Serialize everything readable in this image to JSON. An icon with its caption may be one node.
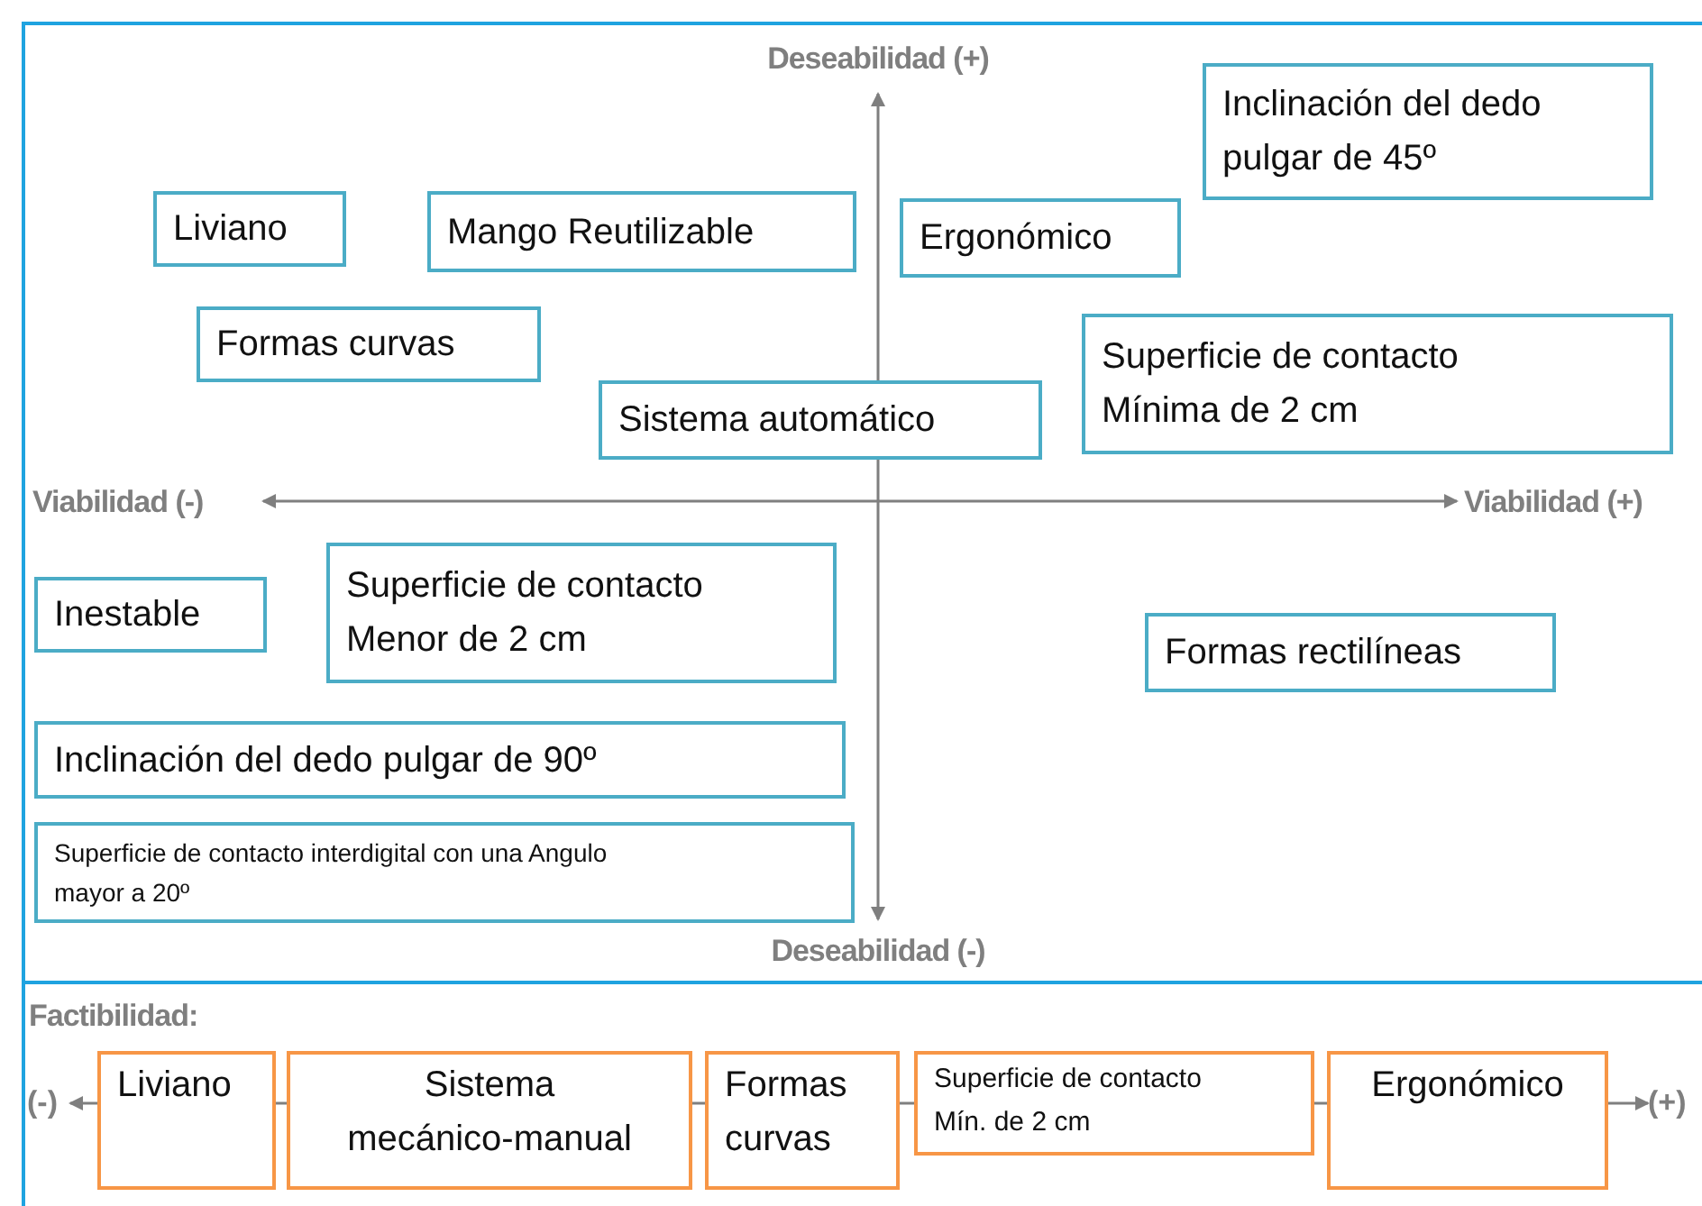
{
  "diagram": {
    "nodes": [
      {
        "text": [
          "Liviano"
        ]
      },
      {
        "text": [
          "Mango Reutilizable"
        ]
      },
      {
        "text": [
          "Ergonómico"
        ]
      },
      {
        "text": [
          "Inclinación del dedo pulgar de 45º"
        ]
      },
      {
        "text": [
          "Formas curvas"
        ]
      },
      {
        "text": [
          "Superficie de contacto Mínima de 2 cm"
        ]
      },
      {
        "text": [
          "Sistema automático"
        ]
      },
      {
        "text": [
          "Inestable"
        ]
      },
      {
        "text": [
          "Superficie de contacto Menor de 2 cm"
        ]
      },
      {
        "text": [
          "Formas rectilíneas"
        ]
      },
      {
        "text": [
          "Inclinación del dedo pulgar de 90º"
        ]
      },
      {
        "text": [
          "Superficie de contacto interdigital con una Angulo mayor a 20º"
        ]
      },
      {
        "text": [
          "Liviano"
        ]
      },
      {
        "text": [
          "Sistema mecánico-manual"
        ]
      },
      {
        "text": [
          "Formas curvas"
        ]
      },
      {
        "text": [
          "Superficie de contacto Mín. de 2 cm"
        ]
      },
      {
        "text": [
          "Ergonómico"
        ]
      },
      {
        "text": [
          "(-)"
        ]
      },
      {
        "text": [
          "(+)"
        ]
      }
    ],
    "edges": [
      {
        "from": 12,
        "to": 13,
        "arrow": "none"
      },
      {
        "from": 13,
        "to": 14,
        "arrow": "none"
      },
      {
        "from": 14,
        "to": 15,
        "arrow": "none"
      },
      {
        "from": 15,
        "to": 16,
        "arrow": "none"
      },
      {
        "from": 12,
        "to": 17,
        "arrow": "to"
      },
      {
        "from": 16,
        "to": 18,
        "arrow": "to"
      }
    ],
    "labels": [
      "Deseabilidad (+)",
      "Viabilidad (-)",
      "Viabilidad (+)",
      "Deseabilidad (-)",
      "Factibilidad:"
    ]
  }
}
